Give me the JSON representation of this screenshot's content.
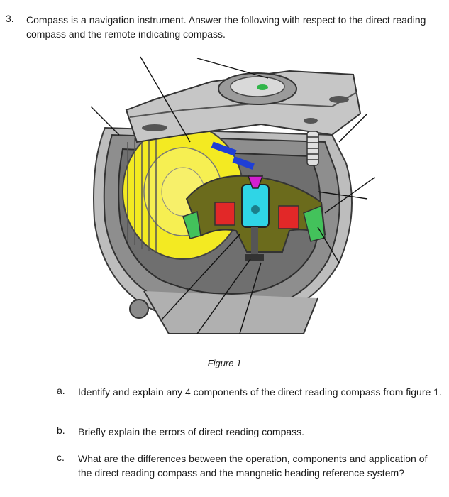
{
  "question": {
    "number": "3.",
    "text": "Compass is a navigation instrument. Answer the following with respect to the direct reading compass and the remote indicating compass."
  },
  "figure": {
    "caption": "Figure 1",
    "illustration": "direct-reading-compass-cutaway"
  },
  "subquestions": [
    {
      "letter": "a.",
      "text": "Identify and explain any 4 components of the direct reading compass from figure 1."
    },
    {
      "letter": "b.",
      "text": "Briefly explain the errors of direct reading compass."
    },
    {
      "letter": "c.",
      "text": "What are the differences between the operation, components and application of the direct reading compass and the mangnetic heading reference system?"
    }
  ]
}
